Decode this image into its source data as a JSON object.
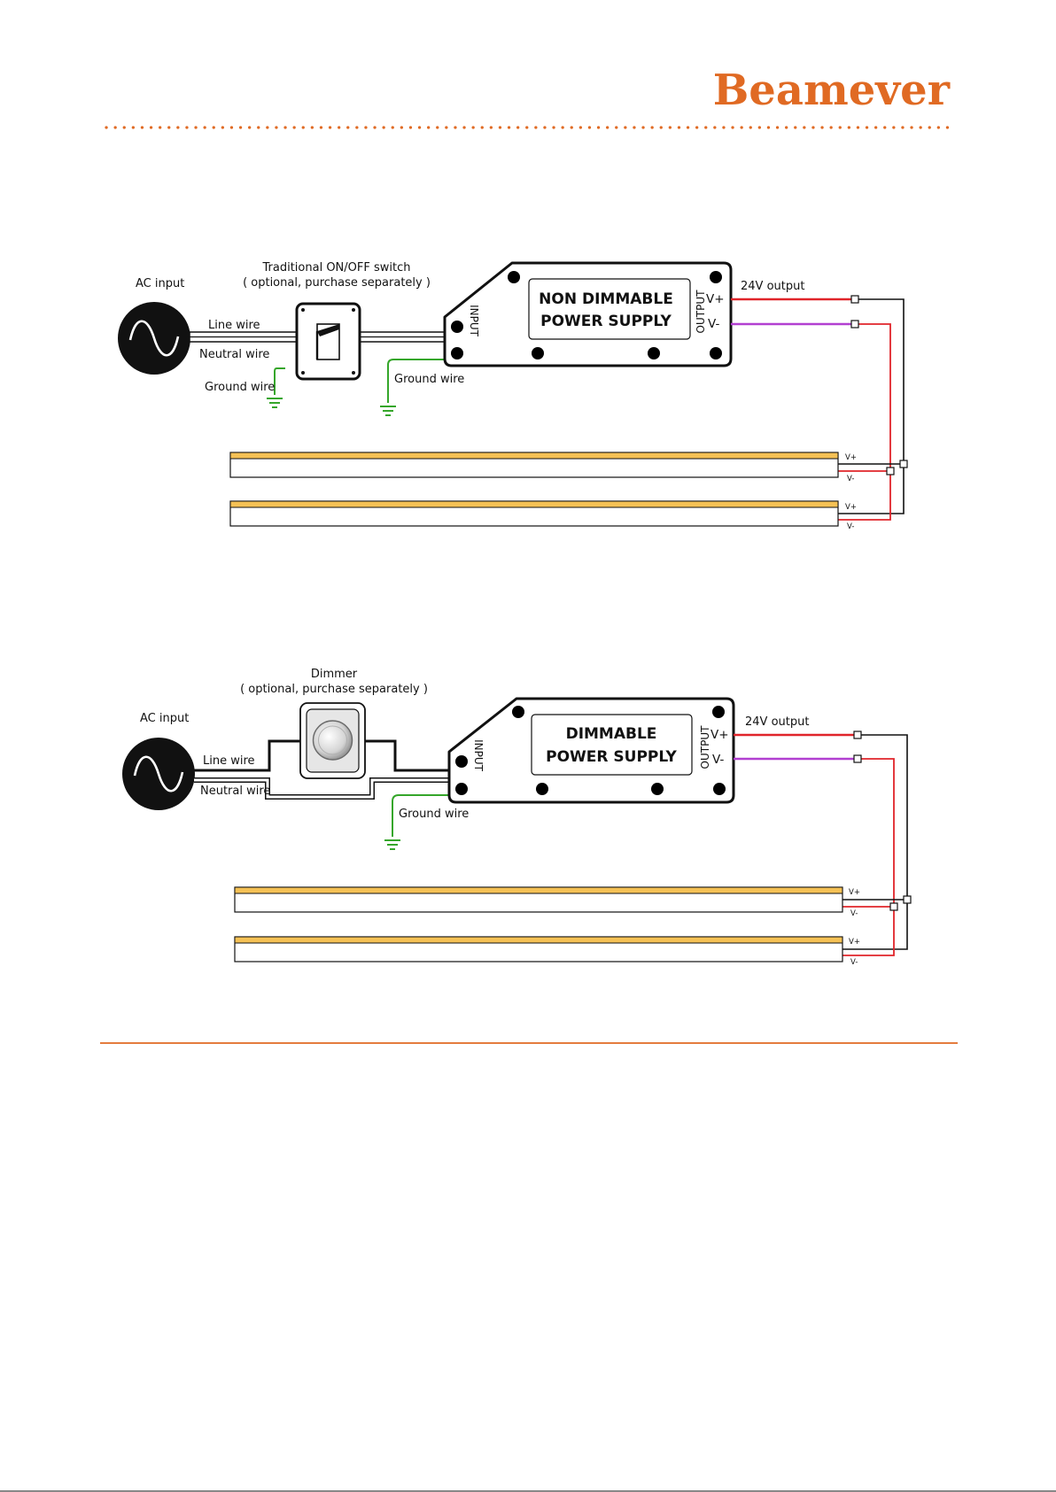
{
  "brand": {
    "name": "Beamever",
    "color": "#e06a23"
  },
  "colors": {
    "hot": "#e0242a",
    "negative": "#b23fd1",
    "ground": "#35a62a",
    "strip": "#f5c155"
  },
  "icons": {
    "ac_source": "ac-sine-icon",
    "ground": "ground-symbol-icon",
    "switch": "rocker-switch-icon",
    "dimmer": "rotary-dimmer-icon",
    "screw": "screw-terminal-icon"
  },
  "diagrams": [
    {
      "ac_input": "AC input",
      "device_title": "Traditional ON/OFF switch",
      "device_note": "( optional, purchase separately )",
      "line_wire": "Line wire",
      "neutral_wire": "Neutral wire",
      "ground_wire_left": "Ground wire",
      "ground_wire_psu": "Ground wire",
      "psu_line1": "NON DIMMABLE",
      "psu_line2": "POWER SUPPLY",
      "input_label": "INPUT",
      "output_label": "OUTPUT",
      "vplus": "V+",
      "vminus": "V-",
      "output_voltage": "24V output",
      "strips": [
        {
          "vplus": "V+",
          "vminus": "V-"
        },
        {
          "vplus": "V+",
          "vminus": "V-"
        }
      ]
    },
    {
      "ac_input": "AC input",
      "device_title": "Dimmer",
      "device_note": "( optional, purchase separately )",
      "line_wire": "Line wire",
      "neutral_wire": "Neutral wire",
      "ground_wire_psu": "Ground wire",
      "psu_line1": "DIMMABLE",
      "psu_line2": "POWER SUPPLY",
      "input_label": "INPUT",
      "output_label": "OUTPUT",
      "vplus": "V+",
      "vminus": "V-",
      "output_voltage": "24V output",
      "strips": [
        {
          "vplus": "V+",
          "vminus": "V-"
        },
        {
          "vplus": "V+",
          "vminus": "V-"
        }
      ]
    }
  ]
}
